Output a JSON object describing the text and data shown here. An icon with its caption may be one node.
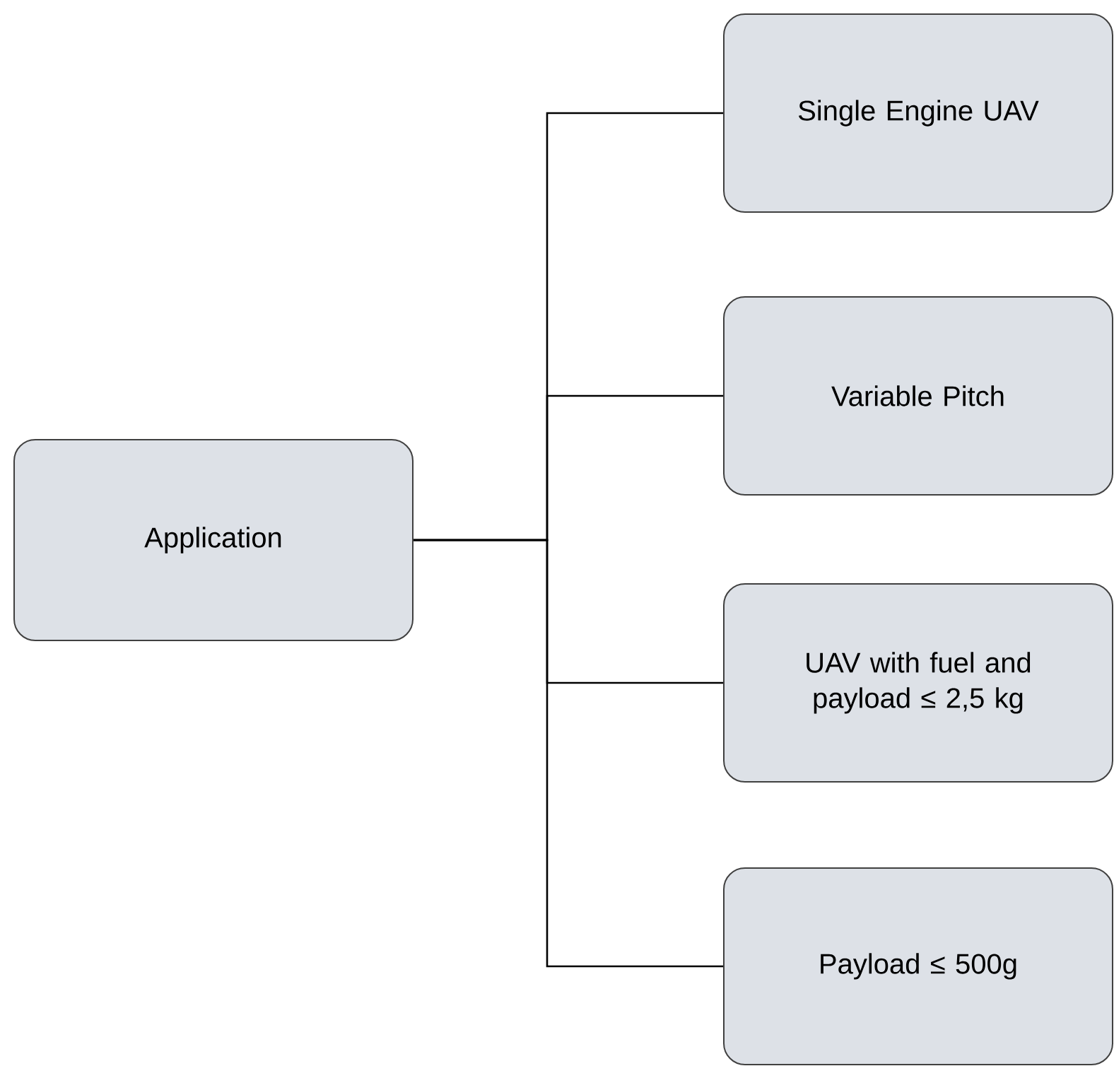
{
  "diagram": {
    "nodes": [
      {
        "text": [
          "Application"
        ]
      },
      {
        "text": [
          "Single Engine UAV"
        ]
      },
      {
        "text": [
          "Variable Pitch"
        ]
      },
      {
        "text": [
          "UAV with fuel and payload ≤ 2,5 kg"
        ]
      },
      {
        "text": [
          "Payload ≤ 500g"
        ]
      }
    ],
    "edges": [
      {
        "from": 0,
        "to": 1,
        "arrow": "none"
      },
      {
        "from": 0,
        "to": 2,
        "arrow": "none"
      },
      {
        "from": 0,
        "to": 3,
        "arrow": "none"
      },
      {
        "from": 0,
        "to": 4,
        "arrow": "none"
      }
    ]
  }
}
